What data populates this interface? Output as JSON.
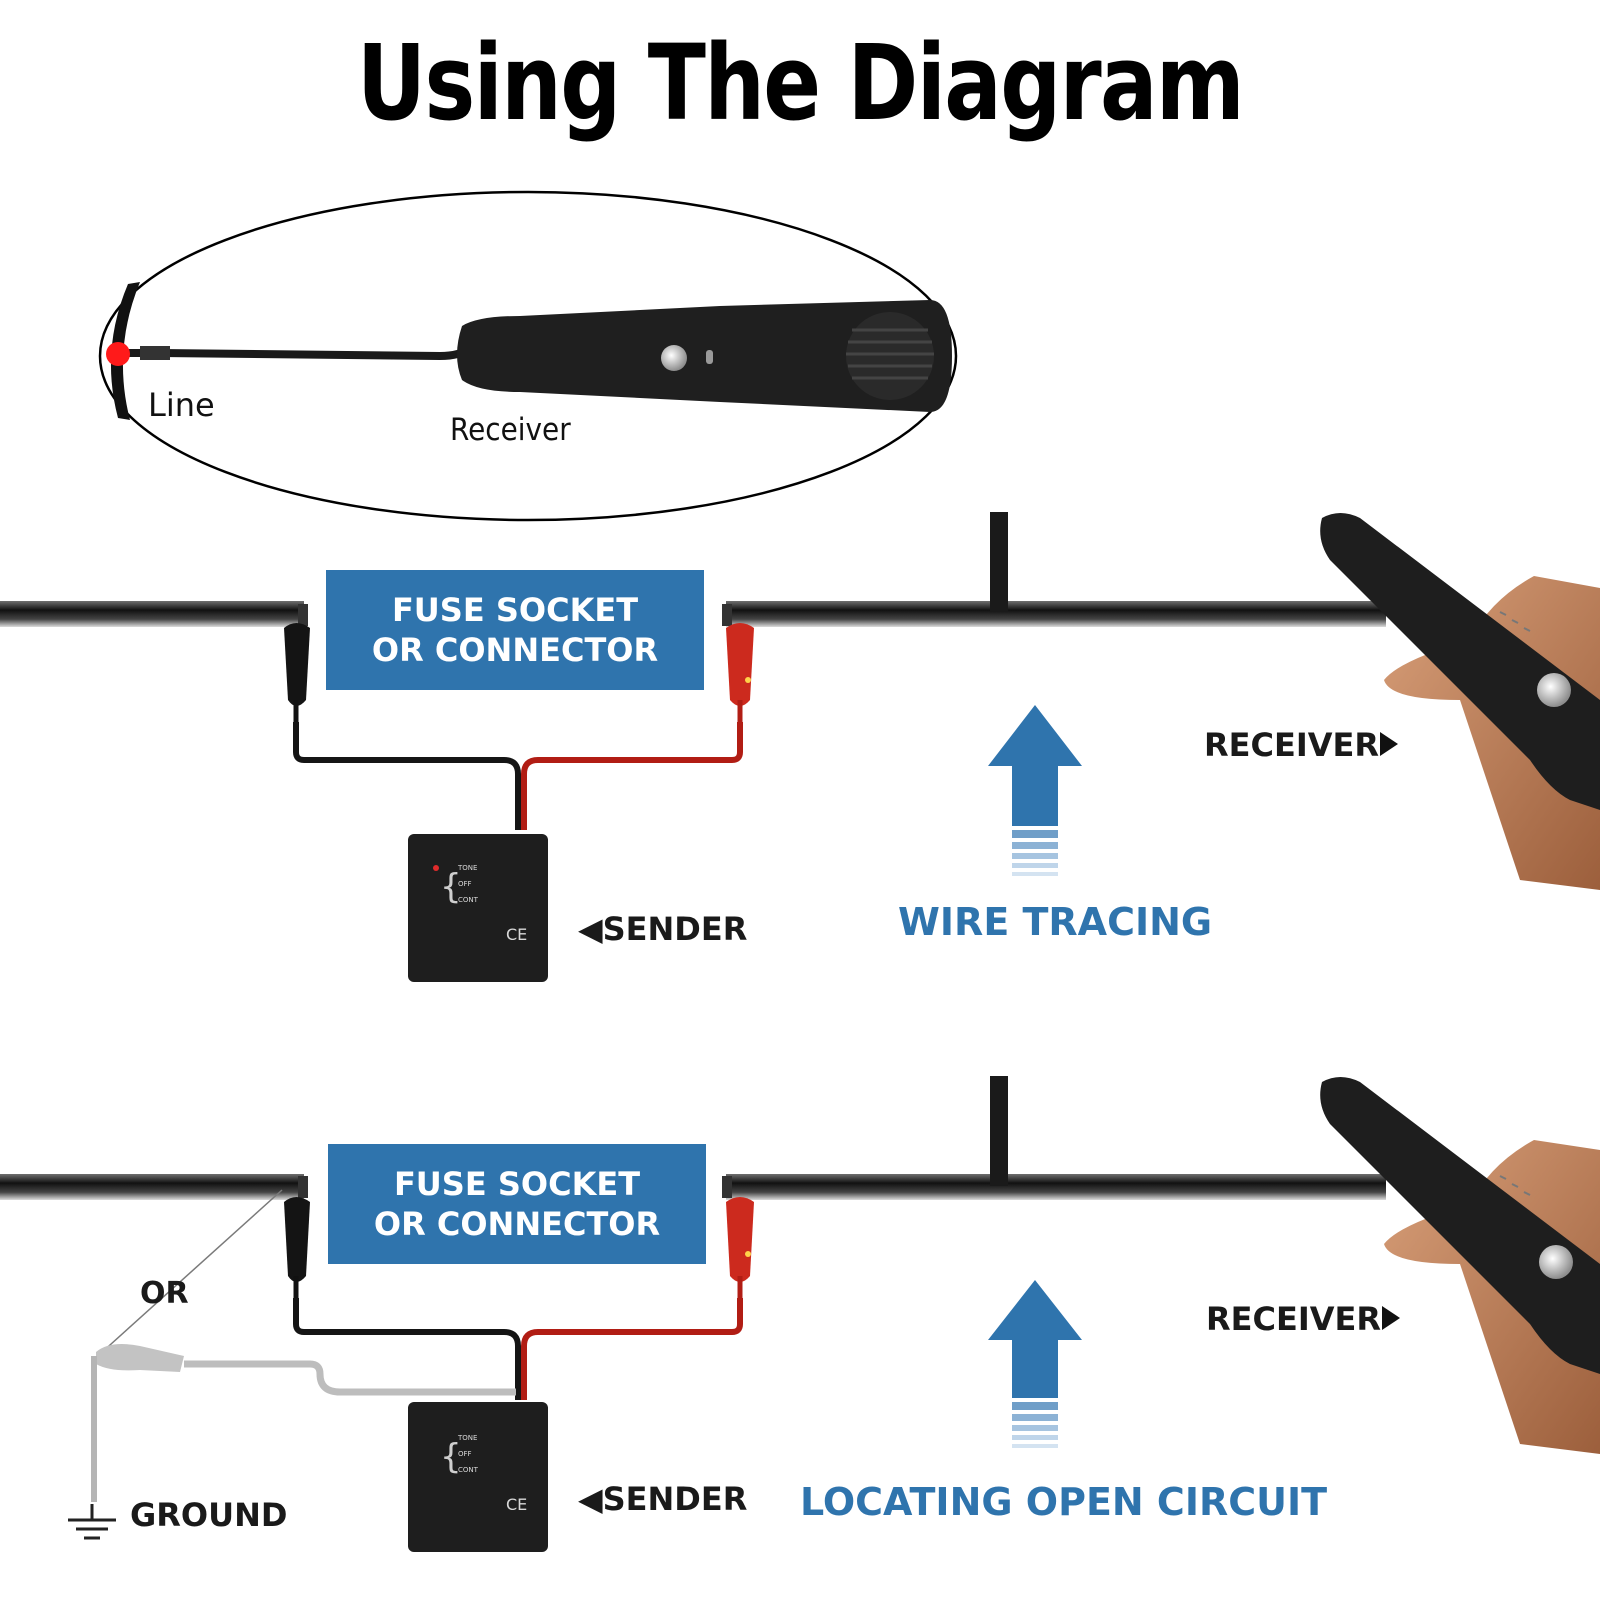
{
  "title": "Using The Diagram",
  "inset": {
    "line_label": "Line",
    "receiver_label": "Receiver"
  },
  "panel_top": {
    "box_line1": "FUSE SOCKET",
    "box_line2": "OR CONNECTOR",
    "receiver_label": "RECEIVER",
    "sender_label": "SENDER",
    "mode_caption": "WIRE TRACING"
  },
  "panel_bottom": {
    "box_line1": "FUSE SOCKET",
    "box_line2": "OR CONNECTOR",
    "receiver_label": "RECEIVER",
    "sender_label": "SENDER",
    "or_label": "OR",
    "ground_label": "GROUND",
    "mode_caption": "LOCATING OPEN CIRCUIT"
  },
  "sender_switch": [
    "TONE",
    "OFF",
    "CONT"
  ],
  "ce_mark": "CE",
  "colors": {
    "accent_blue": "#2f74ad",
    "clip_red": "#cc2a1e",
    "device_black": "#1e1e1e",
    "ground_gray": "#b5b5b5"
  }
}
